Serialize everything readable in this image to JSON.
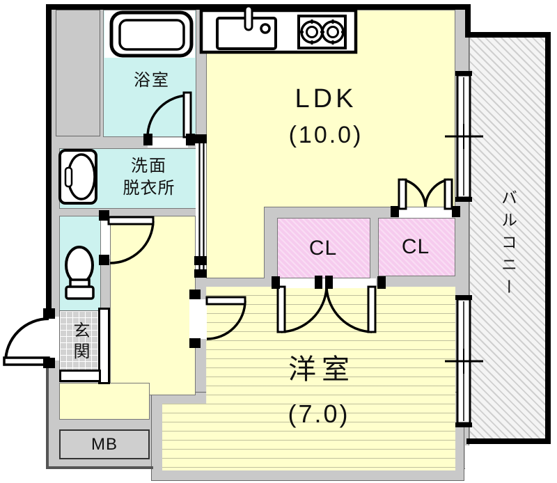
{
  "rooms": {
    "ldk": {
      "label": "LDK",
      "size": "(10.0)"
    },
    "western_room": {
      "label": "洋室",
      "size": "(7.0)"
    },
    "bathroom": {
      "label": "浴室"
    },
    "washroom": {
      "line1": "洗面",
      "line2": "脱衣所"
    },
    "entrance": {
      "label": "玄関"
    },
    "closet_left": {
      "label": "CL"
    },
    "closet_right": {
      "label": "CL"
    },
    "balcony": {
      "label": "バルコニー"
    },
    "meter_box": {
      "label": "MB"
    }
  },
  "icons": [
    "bathtub-icon",
    "washbasin-icon",
    "toilet-icon",
    "kitchen-sink-icon",
    "stove-icon"
  ],
  "colors": {
    "floor": "#FFFFCC",
    "wet": "#CCF2EF",
    "closet": "#F6CBEE",
    "wall": "#C9C9C9",
    "tile": "#D2D2D2",
    "ink": "#111111"
  }
}
